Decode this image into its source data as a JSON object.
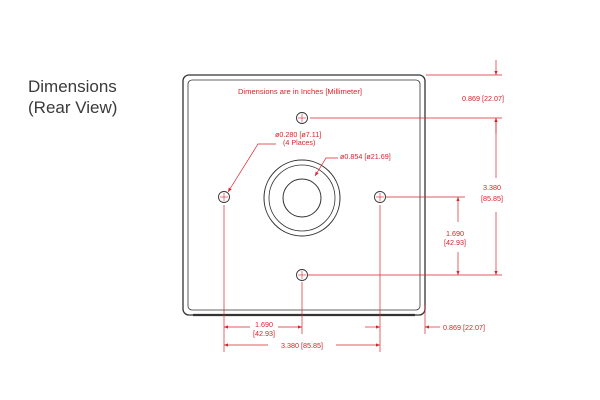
{
  "heading": {
    "line1": "Dimensions",
    "line2": "(Rear View)"
  },
  "drawing": {
    "note": "Dimensions are in Inches [Millimeter]",
    "top_offset": "0.869 [22.07]",
    "side_offset": "0.869 [22.07]",
    "hole_dia": {
      "line1": "ø0.280 [ø7.11]",
      "line2": "(4 Places)"
    },
    "center_dia": "ø0.854 [ø21.69]",
    "vert_full": {
      "line1": "3.380",
      "line2": "[85.85]"
    },
    "vert_half": {
      "line1": "1.690",
      "line2": "[42.93]"
    },
    "horiz_half": {
      "line1": "1.690",
      "line2": "[42.93]"
    },
    "horiz_full": "3.380 [85.85]"
  },
  "colors": {
    "dimension": "#d8232a",
    "outline": "#333333"
  }
}
